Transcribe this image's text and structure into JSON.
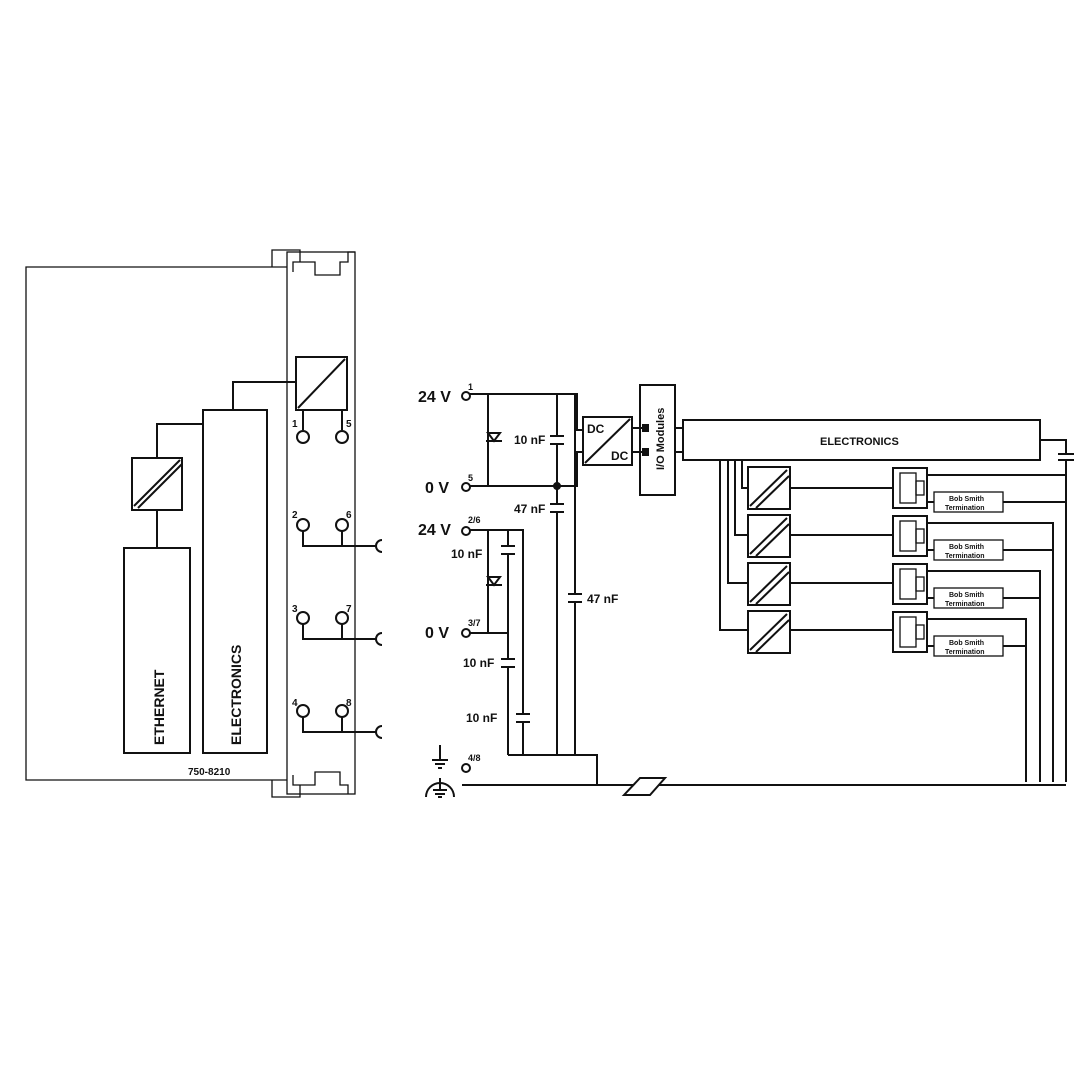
{
  "module": {
    "part_number": "750-8210",
    "ethernet_label": "ETHERNET",
    "electronics_label": "ELECTRONICS",
    "terminals": [
      "1",
      "5",
      "2",
      "6",
      "3",
      "7",
      "4",
      "8"
    ]
  },
  "schematic": {
    "supply": [
      {
        "voltage": "24 V",
        "terminal": "1"
      },
      {
        "voltage": "0 V",
        "terminal": "5"
      },
      {
        "voltage": "24 V",
        "terminal": "2/6"
      },
      {
        "voltage": "0 V",
        "terminal": "3/7"
      }
    ],
    "ground_terminal": "4/8",
    "capacitors": [
      "10 nF",
      "47 nF",
      "47 nF",
      "10 nF",
      "10 nF",
      "10 nF"
    ],
    "dc_in": "DC",
    "dc_out": "DC",
    "io_modules": "I/O Modules",
    "electronics": "ELECTRONICS",
    "termination_line1": "Bob Smith",
    "termination_line2": "Termination"
  }
}
